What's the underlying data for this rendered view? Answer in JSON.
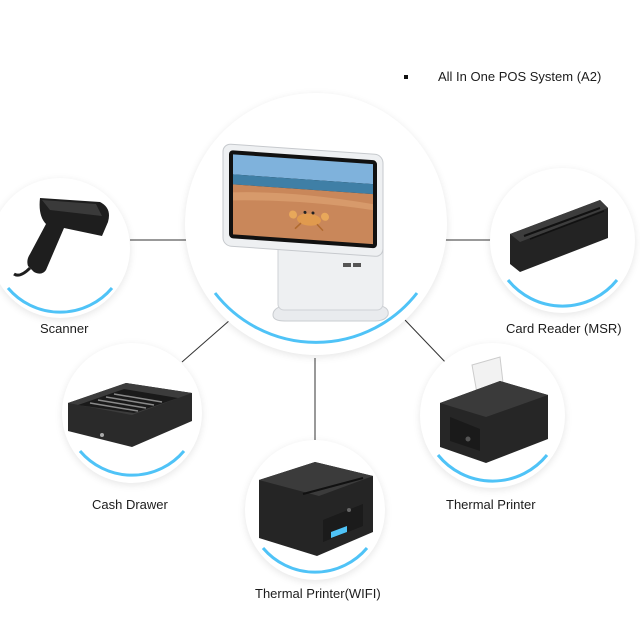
{
  "header": {
    "title": "All In One POS System (A2)"
  },
  "center": {
    "device": "all-in-one-pos-terminal"
  },
  "peripherals": [
    {
      "id": "scanner",
      "label": "Scanner",
      "icon": "barcode-scanner-icon"
    },
    {
      "id": "card-reader",
      "label": "Card Reader (MSR)",
      "icon": "card-reader-icon"
    },
    {
      "id": "cash-drawer",
      "label": "Cash Drawer",
      "icon": "cash-drawer-icon"
    },
    {
      "id": "thermal-printer",
      "label": "Thermal Printer",
      "icon": "thermal-printer-icon"
    },
    {
      "id": "thermal-printer-wifi",
      "label": "Thermal Printer(WIFI)",
      "icon": "wifi-thermal-printer-icon"
    }
  ],
  "colors": {
    "accent_ring": "#4fc3f7",
    "connector": "#333333",
    "device_dark": "#1e1e1e",
    "device_light": "#eef0f2"
  }
}
